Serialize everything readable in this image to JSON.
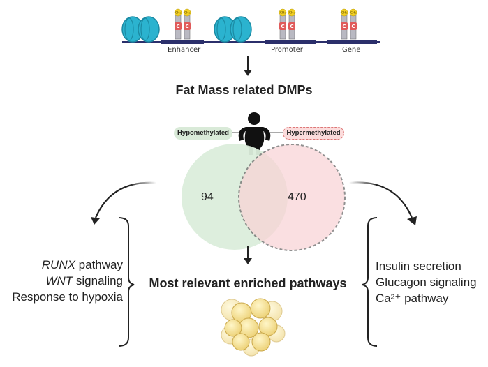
{
  "dna": {
    "labels": {
      "enhancer": "Enhancer",
      "promoter": "Promoter",
      "gene": "Gene"
    },
    "methyl_label": "CH₃",
    "cpg_letter": "C"
  },
  "title": "Fat Mass related DMPs",
  "legend": {
    "hypo": "Hypomethylated",
    "hyper": "Hypermethylated"
  },
  "venn": {
    "left_count": "94",
    "right_count": "470"
  },
  "center_label": "Most relevant enriched pathways",
  "left_pathways": [
    {
      "italic": "RUNX",
      "rest": " pathway"
    },
    {
      "italic": "WNT",
      "rest": " signaling"
    },
    {
      "italic": "",
      "rest": "Response to hypoxia"
    }
  ],
  "right_pathways": [
    "Insulin secretion",
    "Glucagon signaling",
    "Ca²⁺ pathway"
  ],
  "colors": {
    "nucleosome": "#2bb3cf",
    "nucleosome_dark": "#1b8aa3",
    "dna_line": "#2b2f6b",
    "methyl": "#f2cf24",
    "cpg_red": "#e05a5a",
    "hypo_fill": "#d9ead8",
    "hyper_fill": "#fbdcdc",
    "hyper_border": "#666666",
    "adipocyte": "#f3df8a"
  }
}
